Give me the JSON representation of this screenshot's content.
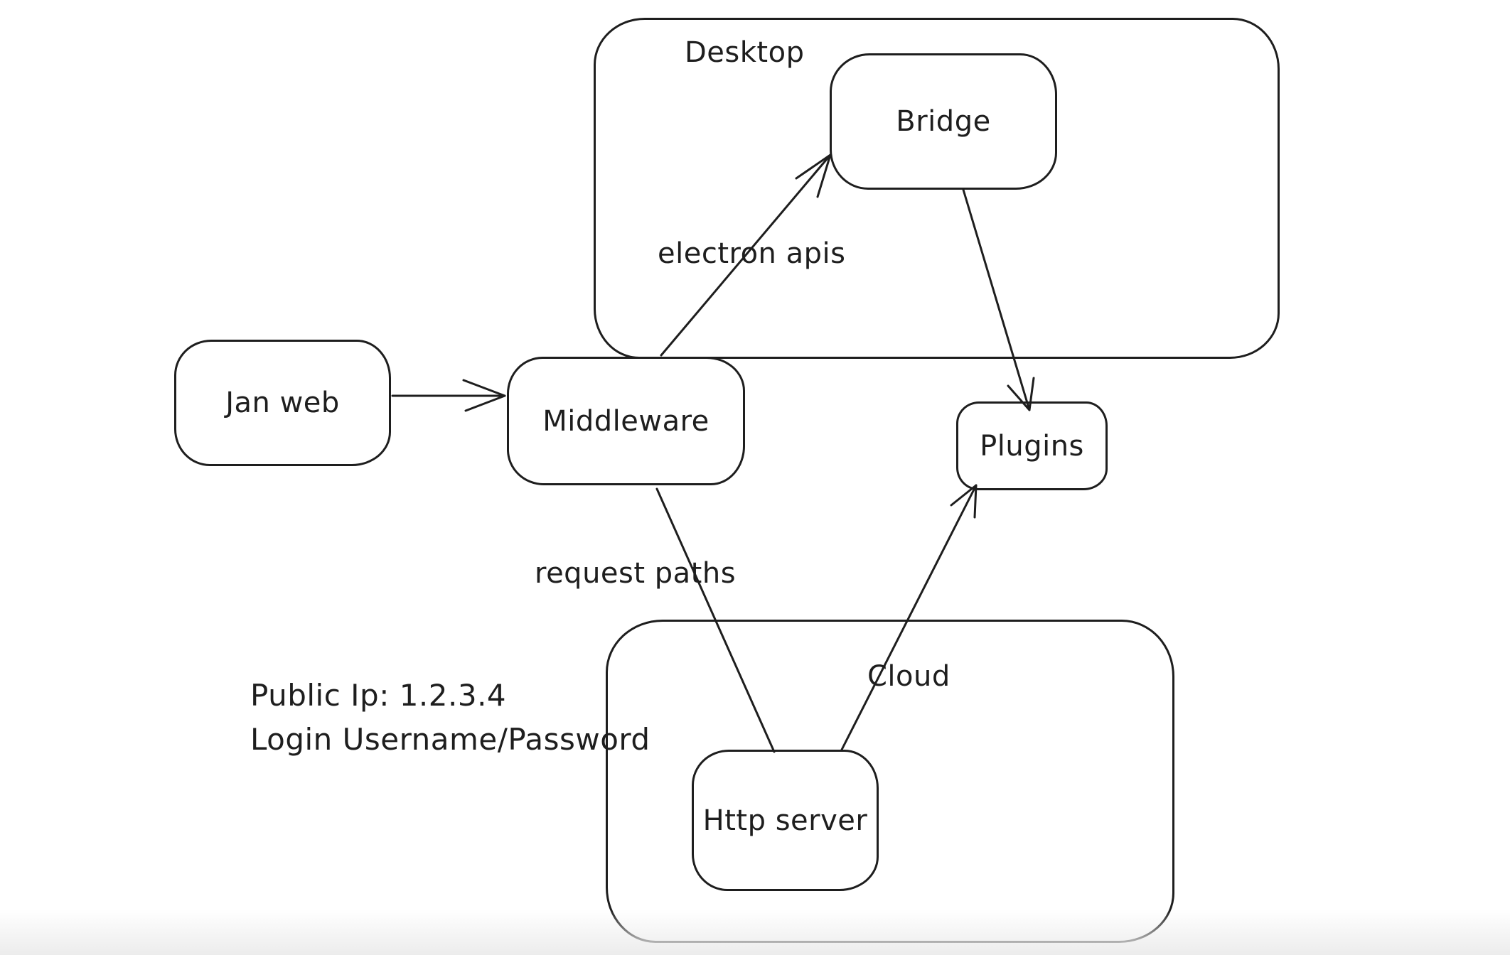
{
  "colors": {
    "stroke": "#1e1e1e",
    "background": "#ffffff",
    "bottom_fade": "#ececec"
  },
  "containers": {
    "desktop": {
      "label": "Desktop",
      "contains": [
        "Bridge"
      ]
    },
    "cloud": {
      "label": "Cloud",
      "contains": [
        "Http server"
      ]
    }
  },
  "nodes": {
    "jan_web": {
      "label": "Jan web"
    },
    "middleware": {
      "label": "Middleware"
    },
    "bridge": {
      "label": "Bridge"
    },
    "plugins": {
      "label": "Plugins"
    },
    "http_server": {
      "label": "Http server"
    }
  },
  "edges": [
    {
      "from": "Jan web",
      "to": "Middleware",
      "label": "",
      "arrowhead": "end"
    },
    {
      "from": "Middleware",
      "to": "Bridge",
      "label": "electron apis",
      "arrowhead": "end"
    },
    {
      "from": "Bridge",
      "to": "Plugins",
      "label": "",
      "arrowhead": "end"
    },
    {
      "from": "Middleware",
      "to": "Http server",
      "label": "request paths",
      "arrowhead": "none"
    },
    {
      "from": "Http server",
      "to": "Plugins",
      "label": "",
      "arrowhead": "end"
    }
  ],
  "notes": {
    "public_ip": "Public Ip: 1.2.3.4",
    "login": "Login Username/Password"
  }
}
